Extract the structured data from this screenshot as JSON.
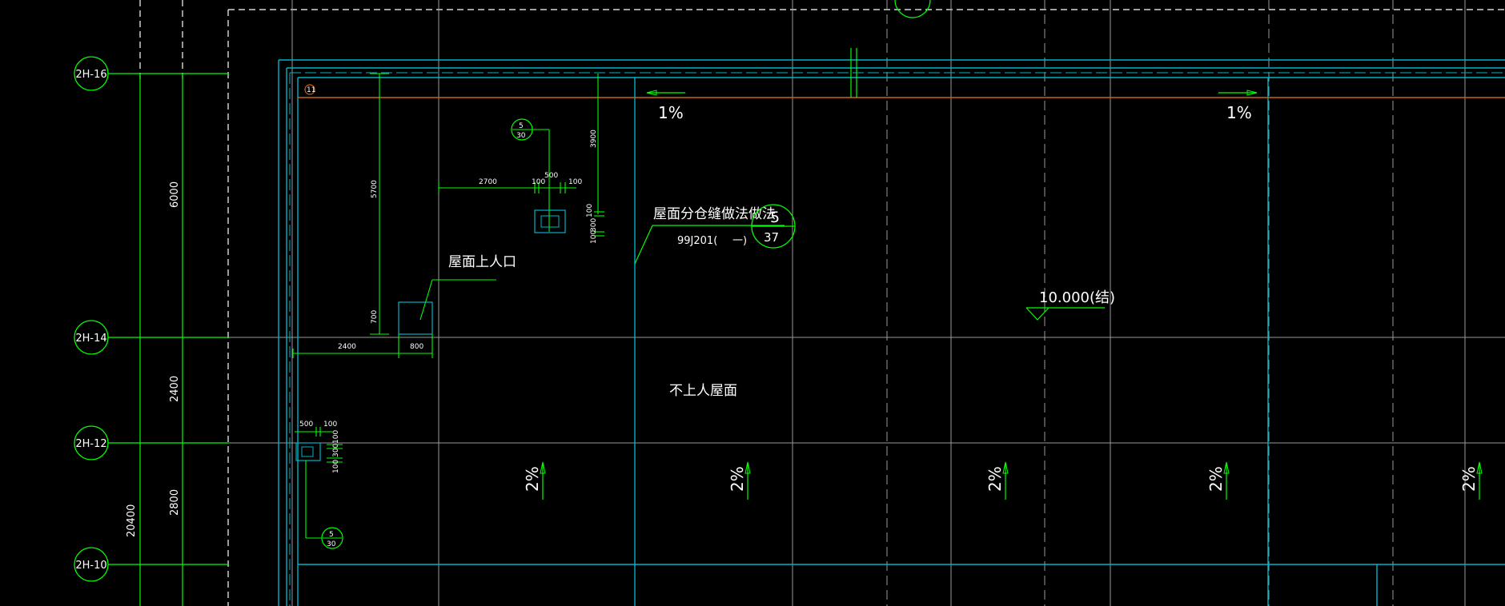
{
  "drawing": {
    "background": "#000000",
    "colors": {
      "green": "#00ff00",
      "cyan": "#00b4c8",
      "white": "#ffffff",
      "grey": "#b4b4b4",
      "orange": "#c86414"
    },
    "axes": [
      {
        "label": "2H-16"
      },
      {
        "label": "2H-14"
      },
      {
        "label": "2H-12"
      },
      {
        "label": "2H-10"
      }
    ],
    "dimensions": {
      "vertical": [
        "6000",
        "2400",
        "2800",
        "20400"
      ],
      "top_row": [
        "2700",
        "100",
        "500",
        "100"
      ],
      "right_col": [
        "3900",
        "100",
        "300",
        "100"
      ],
      "left_col": [
        "5700"
      ],
      "bottom_hatch": [
        "700"
      ],
      "bottom_row": [
        "2400",
        "800"
      ],
      "lower_left": [
        "500",
        "100",
        "100",
        "300",
        "100"
      ]
    },
    "labels": {
      "roof_hatch": "屋面上人口",
      "joint_note": "屋面分仓缝做法做法",
      "joint_ref": "99J201(",
      "joint_ref_suffix": "一)",
      "detail_num": "5",
      "detail_sheet": "37",
      "elevation": "10.000(结)",
      "roof_type": "不上人屋面",
      "slope_1": "1%",
      "slope_2": "2%",
      "mark_top": "5",
      "mark_bottom": "30",
      "corner_mark": "11"
    }
  }
}
